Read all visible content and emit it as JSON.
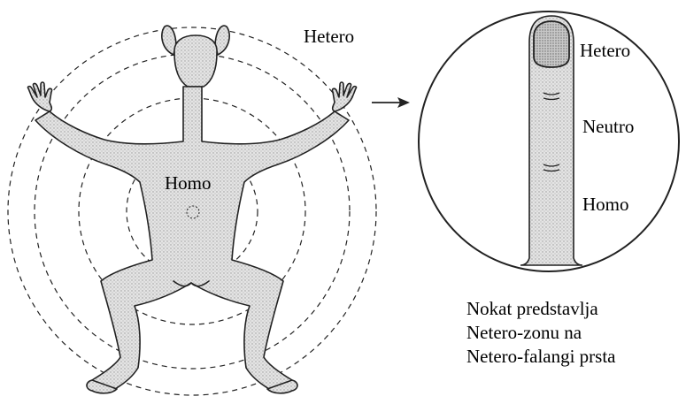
{
  "figure_labels": {
    "hetero": "Hetero",
    "homo": "Homo"
  },
  "finger_labels": {
    "hetero": "Hetero",
    "neutro": "Neutro",
    "homo": "Homo"
  },
  "caption": {
    "line1": "Nokat predstavlja",
    "line2": "Netero-zonu na",
    "line3": "Netero-falangi prsta"
  },
  "colors": {
    "ink": "#222222",
    "fill": "#dedede"
  }
}
